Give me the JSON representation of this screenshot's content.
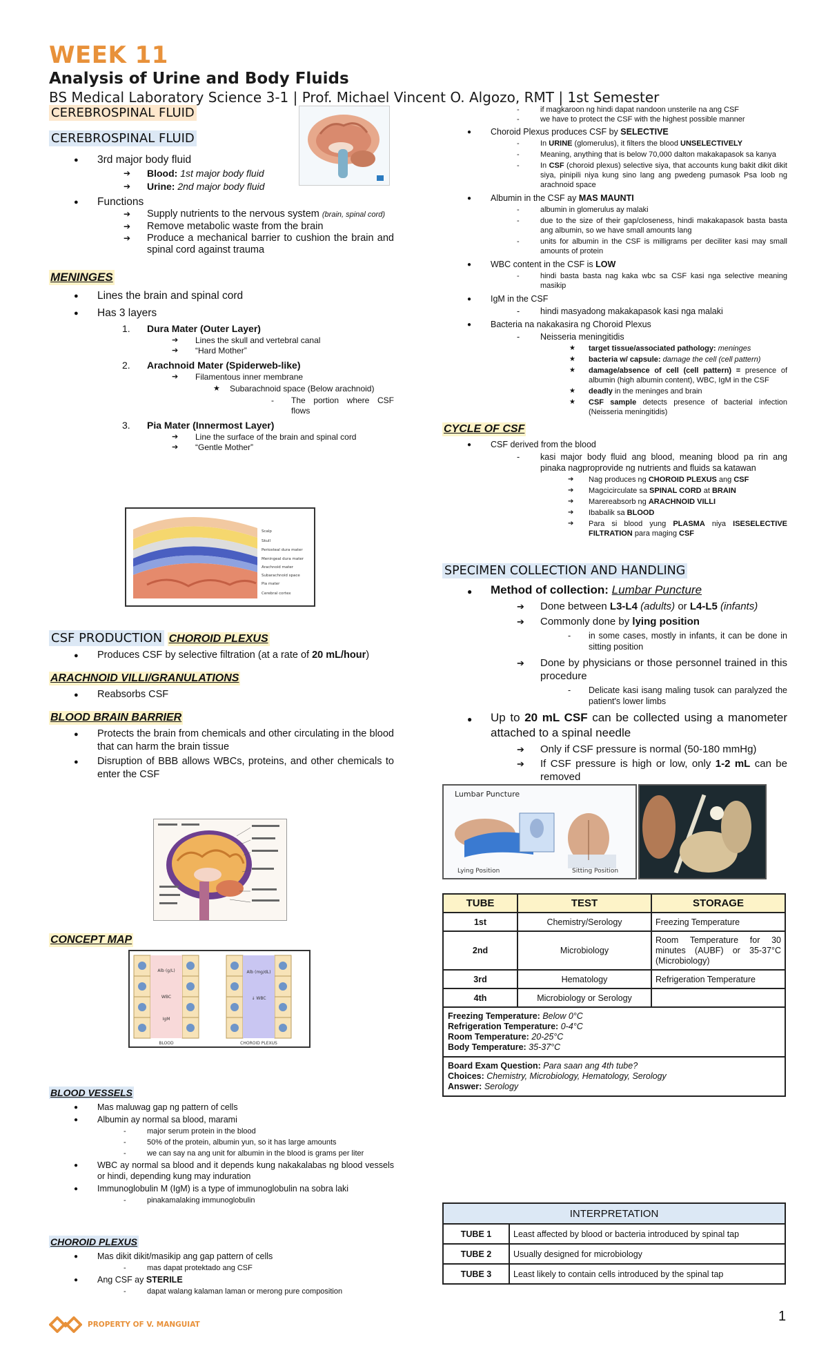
{
  "header": {
    "week": "WEEK 11",
    "course": "Analysis of Urine and Body Fluids",
    "subtitle": "BS Medical Laboratory Science 3-1 | Prof. Michael Vincent O. Algozo, RMT | 1st Semester"
  },
  "left": {
    "main_title": "CEREBROSPINAL FLUID",
    "sec1_title": "CEREBROSPINAL FLUID",
    "b_major": "3rd major body fluid",
    "blood_label": "Blood:",
    "blood_text": "1st major body fluid",
    "urine_label": "Urine:",
    "urine_text": "2nd major body fluid",
    "functions": "Functions",
    "fn1": "Supply nutrients to the nervous system",
    "fn1_note": "(brain, spinal cord)",
    "fn2": "Remove metabolic waste from the brain",
    "fn3": "Produce a mechanical barrier to cushion the brain and spinal cord against trauma",
    "meninges_title": "MENINGES",
    "men1": "Lines the brain and spinal cord",
    "men2": "Has 3 layers",
    "layer1_num": "1.",
    "layer1": "Dura Mater (Outer Layer)",
    "layer1_a": "Lines the skull and vertebral canal",
    "layer1_b": "“Hard Mother”",
    "layer2_num": "2.",
    "layer2": "Arachnoid Mater (Spiderweb-like)",
    "layer2_a": "Filamentous inner membrane",
    "layer2_star": "Subarachnoid space (Below arachnoid)",
    "layer2_dash": "The portion where CSF flows",
    "layer3_num": "3.",
    "layer3": "Pia Mater (Innermost Layer)",
    "layer3_a": "Line the surface of the brain and spinal cord",
    "layer3_b": "“Gentle Mother”",
    "meninges_fig_labels": [
      "Scalp",
      "Skull",
      "Periosteal dura mater",
      "Meningeal dura mater",
      "Arachnoid mater",
      "Subarachnoid space",
      "Pia mater",
      "Cerebral cortex"
    ],
    "csf_prod_title": "CSF PRODUCTION",
    "choroid_title": "CHOROID PLEXUS",
    "choroid_text": "Produces CSF by selective filtration (at a rate of",
    "choroid_rate": "20 mL/hour",
    "choroid_close": ")",
    "arach_title": "ARACHNOID VILLI/GRANULATIONS",
    "arach_text": "Reabsorbs CSF",
    "bbb_title": "BLOOD BRAIN BARRIER",
    "bbb1": "Protects the brain from chemicals and other circulating in the blood that can harm the brain tissue",
    "bbb2": "Disruption of BBB allows WBCs, proteins, and other chemicals to enter the CSF",
    "concept_title": "CONCEPT MAP",
    "cm_blood": "BLOOD",
    "cm_choroid": "CHOROID PLEXUS",
    "cm_alb1": "Alb (g/L)",
    "cm_wbc1": "WBC",
    "cm_igm1": "IgM",
    "cm_alb2": "Alb (mg/dL)",
    "cm_wbc2": "↓ WBC",
    "bv_title": "BLOOD VESSELS",
    "bv1": "Mas maluwag gap ng pattern of cells",
    "bv2": "Albumin ay normal sa blood, marami",
    "bv2a": "major serum protein in the blood",
    "bv2b": "50% of the protein, albumin yun, so it has large amounts",
    "bv2c": "we can say na ang unit for albumin in the blood is grams per liter",
    "bv3": "WBC ay normal sa blood and it depends kung nakakalabas ng blood vessels or hindi, depending kung may induration",
    "bv4": "Immunoglobulin M (IgM) is a type of immunoglobulin na sobra laki",
    "bv4a": "pinakamalaking immunoglobulin",
    "cp_title": "CHOROID PLEXUS",
    "cp1": "Mas dikit dikit/masikip ang gap pattern of cells",
    "cp1a": "mas dapat protektado ang CSF",
    "cp2_pre": "Ang CSF ay",
    "cp2_bold": "STERILE",
    "cp2a": "dapat walang kalaman laman or merong pure composition"
  },
  "right": {
    "r_a": "if magkaroon ng hindi dapat nandoon unsterile na ang CSF",
    "r_b": "we have to protect the CSF with the highest possible manner",
    "cps_pre": "Choroid Plexus produces CSF by",
    "cps_bold": "SELECTIVE",
    "cps_1_pre": "In",
    "cps_1_b1": "URINE",
    "cps_1_mid": "(glomerulus), it filters the blood",
    "cps_1_b2": "UNSELECTIVELY",
    "cps_2": "Meaning, anything that is below 70,000 dalton makakapasok sa kanya",
    "cps_3_pre": "In",
    "cps_3_b": "CSF",
    "cps_3_text": "(choroid plexus) selective siya, that accounts kung bakit dikit dikit siya, pinipili niya kung sino lang ang pwedeng pumasok Psa loob ng arachnoid space",
    "alb_pre": "Albumin in the CSF ay",
    "alb_bold": "MAS MAUNTI",
    "alb_1": "albumin in glomerulus ay malaki",
    "alb_2": "due to the size of their gap/closeness, hindi makakapasok basta basta ang albumin, so we have small amounts lang",
    "alb_3": "units for albumin in the CSF is milligrams per deciliter kasi may small amounts of protein",
    "wbc_pre": "WBC content in the CSF is",
    "wbc_bold": "LOW",
    "wbc_1": "hindi basta basta nag kaka wbc sa CSF kasi nga selective meaning masikip",
    "igm": "IgM in the CSF",
    "igm_1": "hindi masyadong makakapasok kasi nga malaki",
    "bact": "Bacteria na nakakasira ng Choroid Plexus",
    "bact_1": "Neisseria meningitidis",
    "bs1_b": "target tissue/associated pathology:",
    "bs1_i": "meninges",
    "bs2_b": "bacteria w/ capsule:",
    "bs2_i": "damage the cell (cell pattern)",
    "bs3_b": "damage/absence of cell (cell pattern) =",
    "bs3_t": "presence of albumin (high albumin content), WBC, IgM in the CSF",
    "bs4_b": "deadly",
    "bs4_t": "in the meninges and brain",
    "bs5_b": "CSF sample",
    "bs5_t": "detects presence of bacterial infection (Neisseria meningitidis)",
    "cycle_title": "CYCLE OF CSF",
    "cyc1": "CSF derived from the blood",
    "cyc1a": "kasi major body fluid ang blood, meaning blood pa rin ang pinaka nagproprovide ng nutrients and fluids sa katawan",
    "cs1_pre": "Nag produces ng",
    "cs1_b1": "CHOROID PLEXUS",
    "cs1_mid": "ang",
    "cs1_b2": "CSF",
    "cs2_pre": "Magcicirculate sa",
    "cs2_b1": "SPINAL CORD",
    "cs2_mid": "at",
    "cs2_b2": "BRAIN",
    "cs3_pre": "Marereabsorb ng",
    "cs3_b": "ARACHNOID VILLI",
    "cs4_pre": "Ibabalik sa",
    "cs4_b": "BLOOD",
    "cs5_pre": "Para si blood yung",
    "cs5_b1": "PLASMA",
    "cs5_mid": "niya",
    "cs5_b2": "ISESELECTIVE FILTRATION",
    "cs5_mid2": "para maging",
    "cs5_b3": "CSF",
    "spec_title": "SPECIMEN COLLECTION AND HANDLING",
    "moc_label": "Method of collection:",
    "moc_value": "Lumbar Puncture",
    "moc1_pre": "Done between",
    "moc1_b1": "L3-L4",
    "moc1_i1": "(adults)",
    "moc1_or": "or",
    "moc1_b2": "L4-L5",
    "moc1_i2": "(infants)",
    "moc2_pre": "Commonly done by",
    "moc2_b": "lying position",
    "moc2a": "in some cases, mostly in infants, it can be done in sitting position",
    "moc3": "Done by physicians or those personnel trained in this procedure",
    "moc3a": "Delicate kasi isang maling tusok can paralyzed the patient's lower limbs",
    "upto_pre": "Up to",
    "upto_b": "20 mL CSF",
    "upto_post": "can be collected using a manometer attached to a spinal needle",
    "upto1": "Only if CSF pressure is normal (50-180 mmHg)",
    "upto2_pre": "If CSF pressure is high or low, only",
    "upto2_b": "1-2 mL",
    "upto2_post": "can be removed",
    "lp_title": "Lumbar Puncture",
    "lp_lying": "Lying Position",
    "lp_sitting": "Sitting Position",
    "tube_headers": [
      "TUBE",
      "TEST",
      "STORAGE"
    ],
    "tube_rows": [
      {
        "tube": "1st",
        "test": "Chemistry/Serology",
        "storage": "Freezing Temperature"
      },
      {
        "tube": "2nd",
        "test": "Microbiology",
        "storage": "Room Temperature for 30 minutes (AUBF) or 35-37°C (Microbiology)"
      },
      {
        "tube": "3rd",
        "test": "Hematology",
        "storage": "Refrigeration Temperature"
      },
      {
        "tube": "4th",
        "test": "Microbiology or Serology",
        "storage": ""
      }
    ],
    "temps": [
      {
        "label": "Freezing Temperature:",
        "value": "Below 0°C"
      },
      {
        "label": "Refrigeration Temperature:",
        "value": "0-4°C"
      },
      {
        "label": "Room Temperature:",
        "value": "20-25°C"
      },
      {
        "label": "Body Temperature:",
        "value": "35-37°C"
      }
    ],
    "bq_label": "Board Exam Question:",
    "bq_value": "Para saan ang 4th tube?",
    "ch_label": "Choices:",
    "ch_value": "Chemistry, Microbiology, Hematology, Serology",
    "ans_label": "Answer:",
    "ans_value": "Serology",
    "interp_title": "INTERPRETATION",
    "interp_rows": [
      {
        "tube": "TUBE 1",
        "text": "Least affected by blood or bacteria introduced by spinal tap"
      },
      {
        "tube": "TUBE 2",
        "text": "Usually designed for microbiology"
      },
      {
        "tube": "TUBE 3",
        "text": "Least likely to contain cells introduced by the spinal tap"
      }
    ]
  },
  "footer": {
    "logo_text": "PROPERTY OF V. MANGUIAT",
    "page_number": "1"
  },
  "colors": {
    "accent_orange": "#e8913a",
    "tan_highlight": "#fde7cc",
    "blue_highlight": "#dce8f5",
    "yellow_highlight": "#fdf3c8",
    "interp_header": "#dce8f5"
  }
}
